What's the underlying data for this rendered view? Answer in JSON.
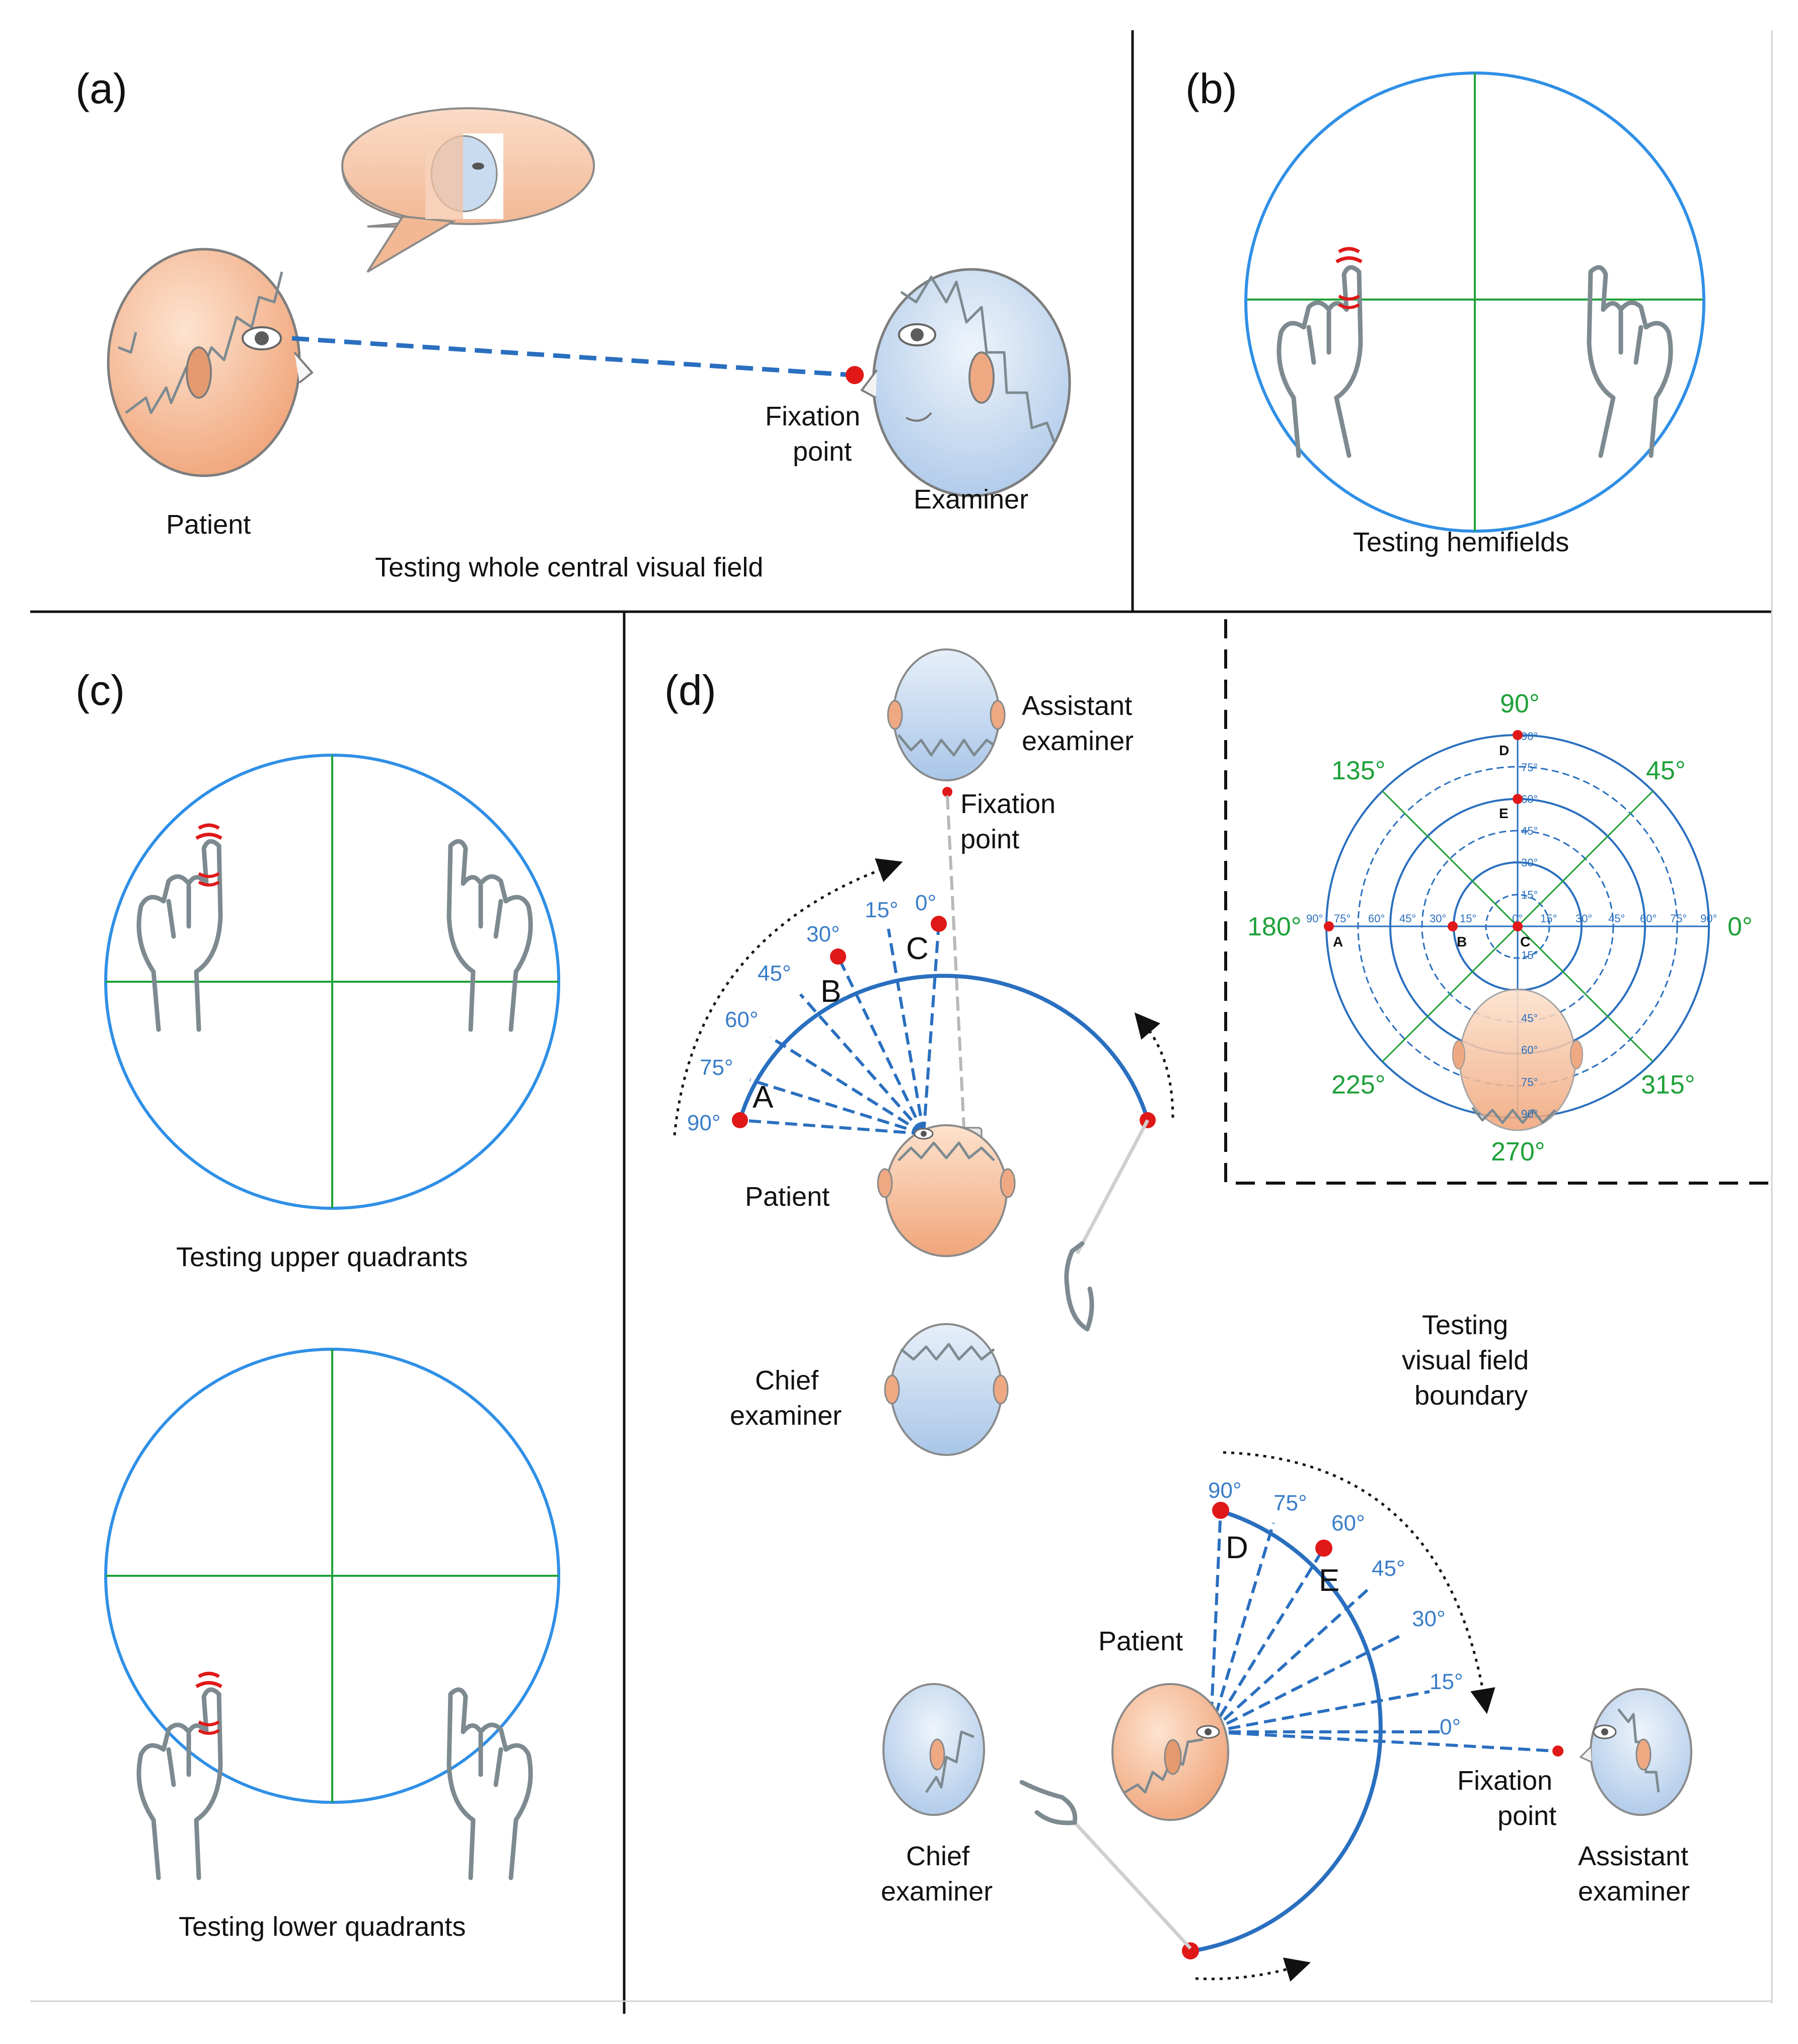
{
  "panels": {
    "a": {
      "label": "(a)",
      "patient": "Patient",
      "fixation_line1": "Fixation",
      "fixation_line2": "point",
      "examiner": "Examiner",
      "caption": "Testing whole central visual field"
    },
    "b": {
      "label": "(b)",
      "caption": "Testing hemifields"
    },
    "c": {
      "label": "(c)",
      "caption_upper": "Testing upper quadrants",
      "caption_lower": "Testing lower quadrants"
    },
    "d": {
      "label": "(d)",
      "assistant_line1": "Assistant",
      "assistant_line2": "examiner",
      "fixation_line1": "Fixation",
      "fixation_line2": "point",
      "patient": "Patient",
      "chief_line1": "Chief",
      "chief_line2": "examiner",
      "boundary_line1": "Testing",
      "boundary_line2": "visual field",
      "boundary_line3": "boundary",
      "top_angles": [
        "0°",
        "15°",
        "30°",
        "45°",
        "60°",
        "75°",
        "90°"
      ],
      "side_angles": [
        "90°",
        "75°",
        "60°",
        "45°",
        "30°",
        "15°",
        "0°"
      ],
      "points_top": [
        "A",
        "B",
        "C"
      ],
      "points_side": [
        "D",
        "E"
      ],
      "bottom_patient": "Patient",
      "bottom_chief_line1": "Chief",
      "bottom_chief_line2": "examiner",
      "bottom_fixation_line1": "Fixation",
      "bottom_fixation_line2": "point",
      "bottom_assistant_line1": "Assistant",
      "bottom_assistant_line2": "examiner"
    },
    "polar": {
      "compass": [
        "90°",
        "45°",
        "0°",
        "315°",
        "270°",
        "225°",
        "180°",
        "135°"
      ],
      "ring_labels_up": [
        "90°",
        "75°",
        "60°",
        "45°",
        "30°",
        "15°"
      ],
      "ring_labels_down": [
        "15°",
        "45°",
        "60°",
        "75°",
        "90°"
      ],
      "horiz_left": [
        "90°",
        "75°",
        "60°",
        "45°",
        "30°",
        "15°"
      ],
      "horiz_right": [
        "0°",
        "15°",
        "30°",
        "45°",
        "60°",
        "75°",
        "90°"
      ],
      "points": [
        "A",
        "B",
        "C",
        "D",
        "E"
      ]
    }
  },
  "colors": {
    "blue_circle": "#2f8fe6",
    "green_axis": "#1fa13a",
    "dashed_blue": "#2a6fbf",
    "red_point": "#e01818",
    "patient_fill": "#f3b48f",
    "examiner_fill": "#b8cfe9"
  }
}
